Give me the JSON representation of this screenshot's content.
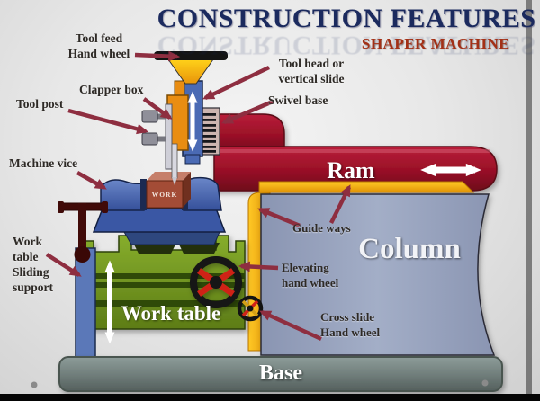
{
  "title": "CONSTRUCTION FEATURES",
  "subtitle": "SHAPER MACHINE",
  "callouts": {
    "tool_feed_line1": "Tool feed",
    "tool_feed_line2": "Hand wheel",
    "tool_head_line1": "Tool head or",
    "tool_head_line2": "vertical slide",
    "clapper_box": "Clapper box",
    "tool_post": "Tool post",
    "swivel_base": "Swivel base",
    "machine_vice": "Machine vice",
    "work_table_support_line1": "Work",
    "work_table_support_line2": "table",
    "work_table_support_line3": "Sliding",
    "work_table_support_line4": "support",
    "guide_ways": "Guide ways",
    "elevating_line1": "Elevating",
    "elevating_line2": "hand wheel",
    "cross_slide_line1": "Cross slide",
    "cross_slide_line2": "Hand wheel"
  },
  "part_labels": {
    "ram": "Ram",
    "column": "Column",
    "work_table": "Work table",
    "base": "Base",
    "workpiece": "WORK"
  },
  "colors": {
    "title_navy": "#1b2a5e",
    "subtitle_red": "#a33016",
    "label_dark": "#2e2a26",
    "ram_red": "#9c1128",
    "column_blue": "#97a2bd",
    "table_green": "#6e9220",
    "guideway_yellow": "#f4a90a",
    "base_gray": "#74827f",
    "arrow_maroon": "#8e2e40",
    "vice_blue": "#4a68b0",
    "clapper_orange": "#e98d12",
    "work_brown": "#a34c36"
  }
}
